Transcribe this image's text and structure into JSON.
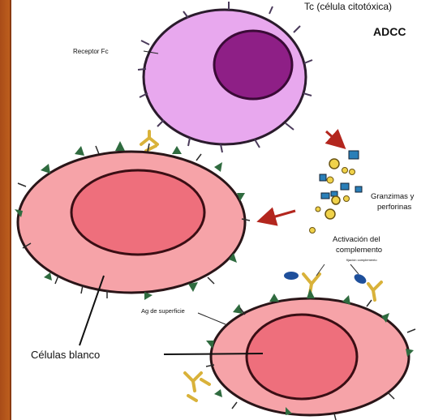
{
  "diagram": {
    "title_tc": "Tc (célula citotóxica)",
    "title_adcc": "ADCC",
    "label_receptor": "Receptor Fc",
    "label_granzimas_line1": "Granzimas y",
    "label_granzimas_line2": "perforinas",
    "label_activacion_line1": "Activación del",
    "label_activacion_line2": "complemento",
    "label_activacion_small": "fijación complemento",
    "label_ag_superficie": "Ag de superficie",
    "label_celulas_blanco": "Células blanco"
  },
  "colors": {
    "frame": "#b5561f",
    "tc_cell": "#e8a8ee",
    "tc_nucleus": "#8e1f86",
    "target_cell": "#f6a3a8",
    "target_nucleus": "#ee6f7c",
    "antigen": "#2f6b3f",
    "antibody": "#d9b23a",
    "granule_blue": "#2a7fb8",
    "granule_yellow": "#f0d24a",
    "arrow": "#b3261e",
    "complement": "#1e4f9b"
  },
  "icons": {
    "antibody": "y-shape-icon",
    "arrow": "arrow-icon"
  }
}
